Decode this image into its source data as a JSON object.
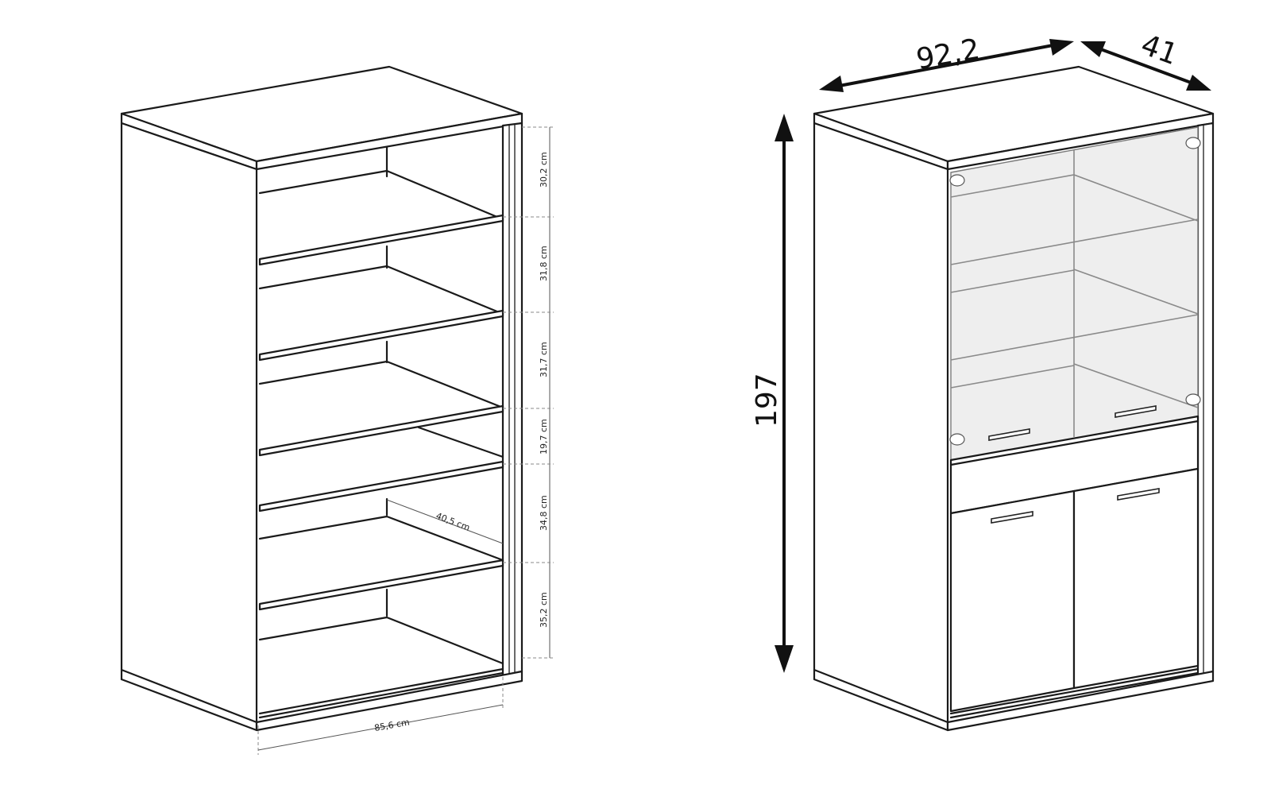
{
  "left_view": {
    "shelf_spacings": [
      "30,2 cm",
      "31,8 cm",
      "31,7 cm",
      "19,7 cm",
      "34,8 cm",
      "35,2 cm"
    ],
    "depth_label": "40,5 cm",
    "width_label": "85,6 cm"
  },
  "right_view": {
    "width_label": "92,2",
    "depth_label": "41",
    "height_label": "197"
  },
  "colors": {
    "line": "#1a1a1a",
    "glass": "#eeeeee"
  }
}
